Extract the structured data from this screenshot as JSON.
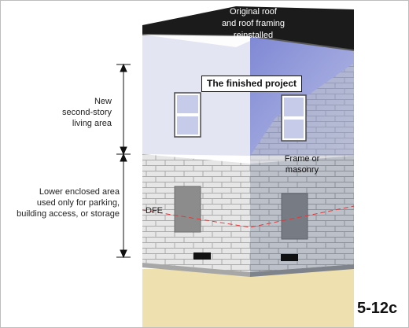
{
  "labels": {
    "roof": "Original roof\nand roof framing\nreinstalled",
    "finished": "The finished project",
    "second_story": "New\nsecond-story\nliving area",
    "lower_area": "Lower enclosed area\nused only for parking,\nbuilding access, or storage",
    "frame": "Frame or\nmasonry",
    "dfe": "DFE",
    "figure_number": "5-12c"
  },
  "colors": {
    "roof": "#1b1b1b",
    "upper_wall_left": "#e3e5f3",
    "upper_wall_right": "#8f97d8",
    "brick_left": "#e6e6e6",
    "brick_right": "#b9bdc5",
    "ground": "#efe0b0",
    "dfe_line": "#e03a3a"
  }
}
